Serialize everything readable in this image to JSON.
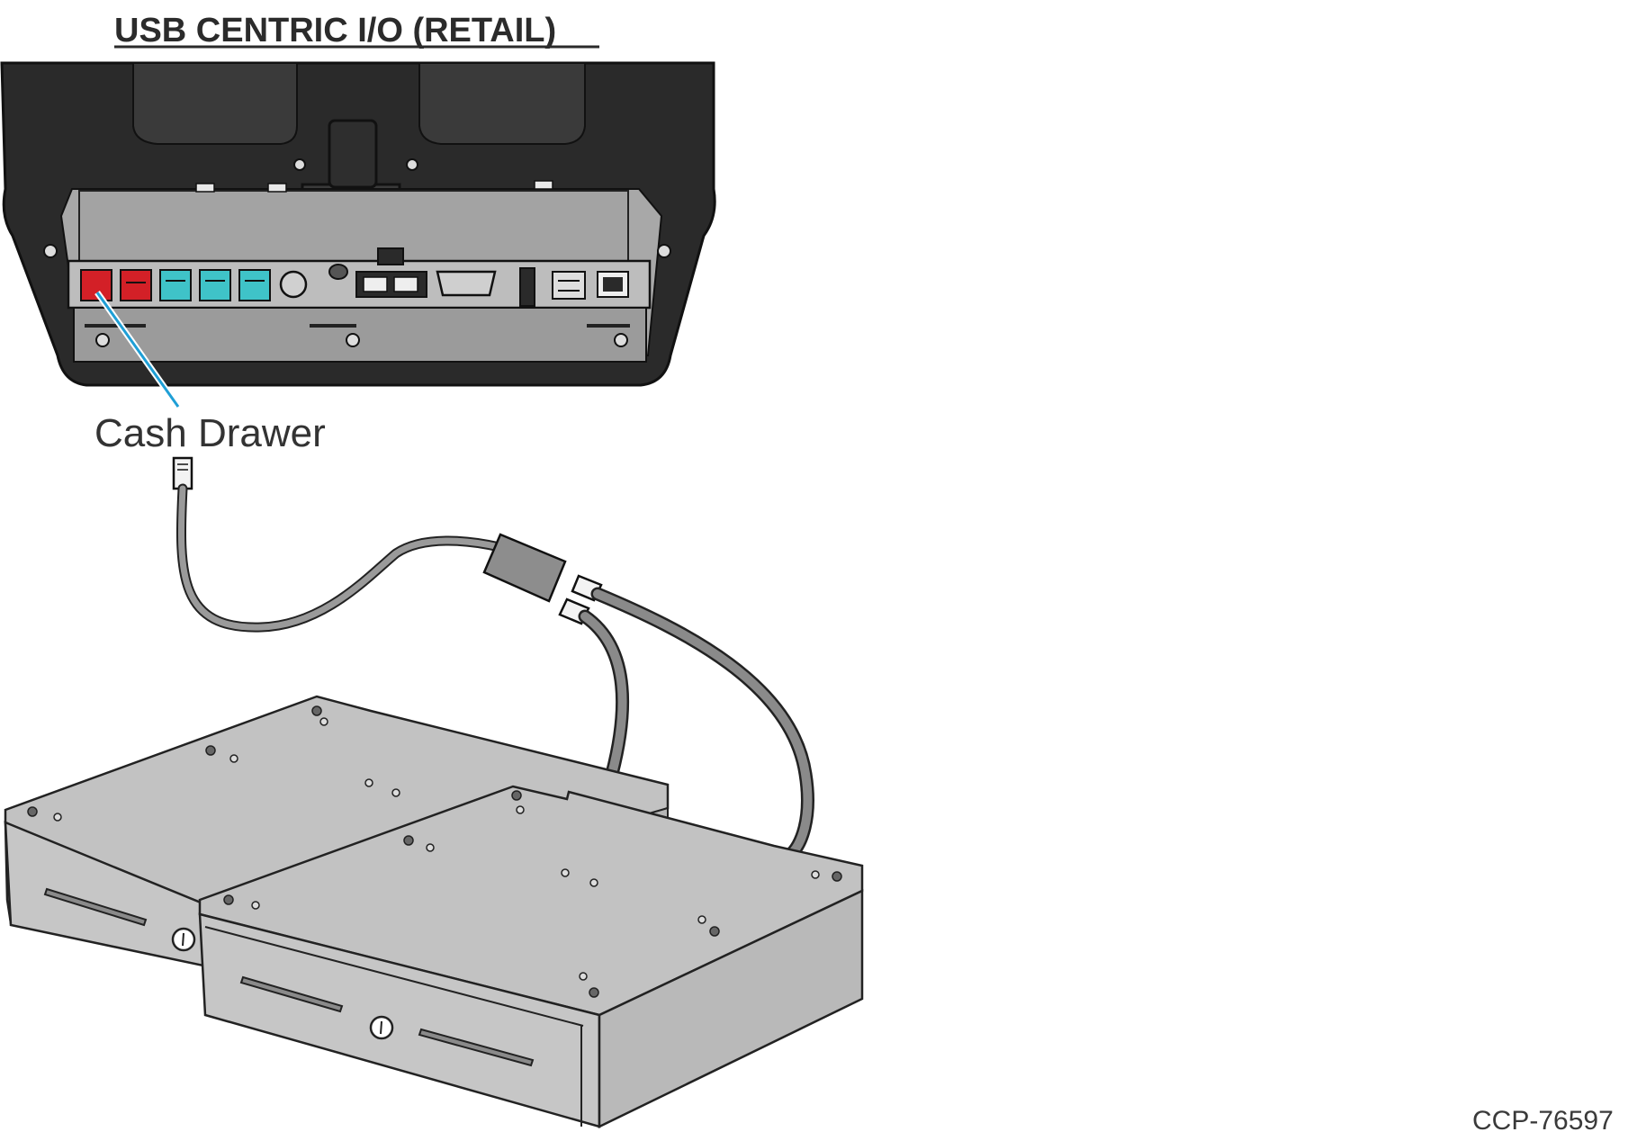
{
  "diagram": {
    "title": "USB CENTRIC I/O (RETAIL)",
    "callout_label": "Cash Drawer",
    "figure_code": "CCP-76597"
  },
  "colors": {
    "callout_line": "#1f9fd6",
    "port_red": "#d32027",
    "port_teal": "#3fc3c8",
    "device_body": "#2a2a2a",
    "io_panel": "#a8a8a8",
    "drawer_gray": "#c2c2c2",
    "cable_gray": "#8a8a8a"
  }
}
